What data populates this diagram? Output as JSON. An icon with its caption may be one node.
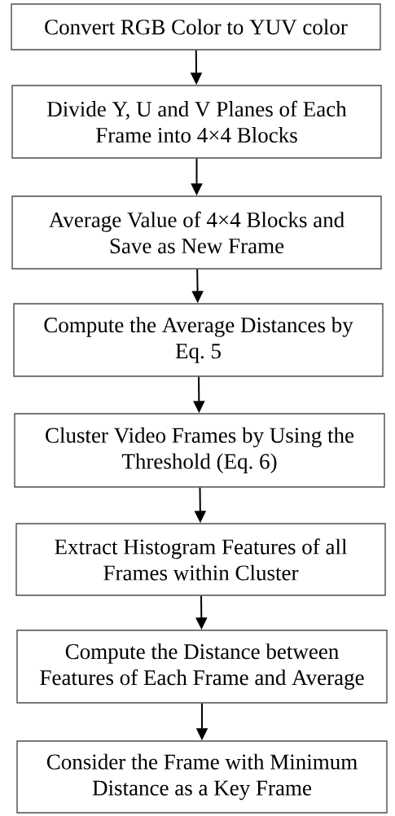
{
  "diagram": {
    "nodes": [
      {
        "text": [
          "Convert RGB Color to YUV color"
        ]
      },
      {
        "text": [
          "Divide Y, U and V Planes of Each Frame into 4×4 Blocks"
        ]
      },
      {
        "text": [
          "Average Value of 4×4 Blocks and Save as New Frame"
        ]
      },
      {
        "text": [
          "Compute the Average Distances by Eq. 5"
        ]
      },
      {
        "text": [
          "Cluster Video Frames by Using the Threshold (Eq. 6)"
        ]
      },
      {
        "text": [
          "Extract Histogram Features of all Frames within Cluster"
        ]
      },
      {
        "text": [
          "Compute the Distance between Features of Each Frame and Average"
        ]
      },
      {
        "text": [
          "Consider the Frame with Minimum Distance as a Key Frame"
        ]
      }
    ],
    "edges": [
      {
        "from": 0,
        "to": 1,
        "arrow": "to"
      },
      {
        "from": 1,
        "to": 2,
        "arrow": "to"
      },
      {
        "from": 2,
        "to": 3,
        "arrow": "to"
      },
      {
        "from": 3,
        "to": 4,
        "arrow": "to"
      },
      {
        "from": 4,
        "to": 5,
        "arrow": "to"
      },
      {
        "from": 5,
        "to": 6,
        "arrow": "to"
      },
      {
        "from": 6,
        "to": 7,
        "arrow": "to"
      }
    ]
  }
}
